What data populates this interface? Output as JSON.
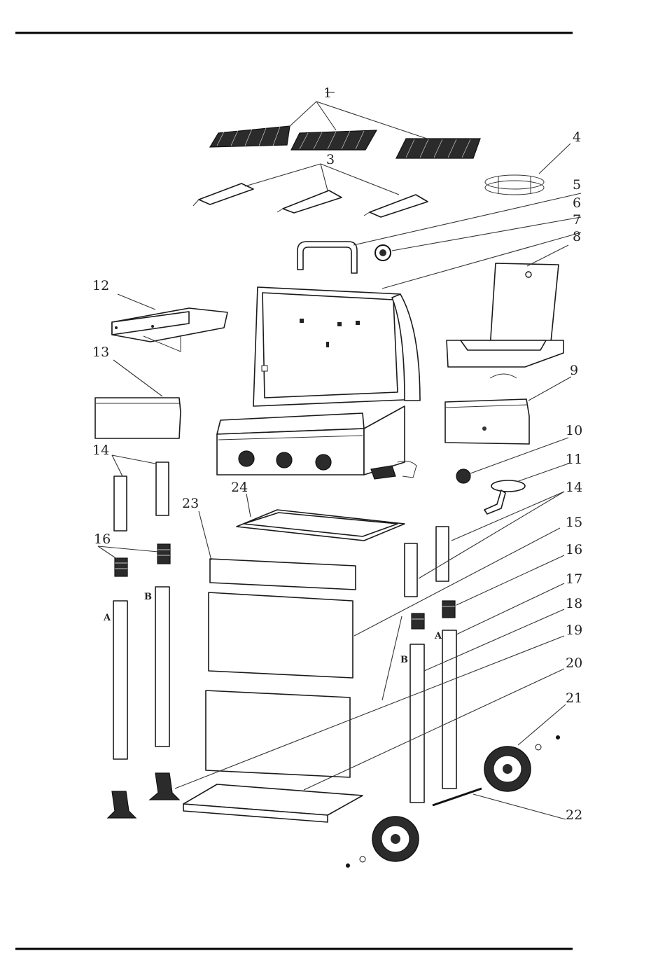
{
  "callouts": [
    "1",
    "3",
    "4",
    "5",
    "6",
    "7",
    "8",
    "9",
    "10",
    "11",
    "12",
    "13",
    "14",
    "14",
    "15",
    "16",
    "16",
    "17",
    "18",
    "19",
    "20",
    "21",
    "22",
    "23",
    "24"
  ],
  "leg_letters": [
    "A",
    "B",
    "B",
    "A"
  ],
  "colors": {
    "line": "#1a1a1a",
    "fill_dark": "#2b2b2b",
    "background": "#ffffff"
  }
}
